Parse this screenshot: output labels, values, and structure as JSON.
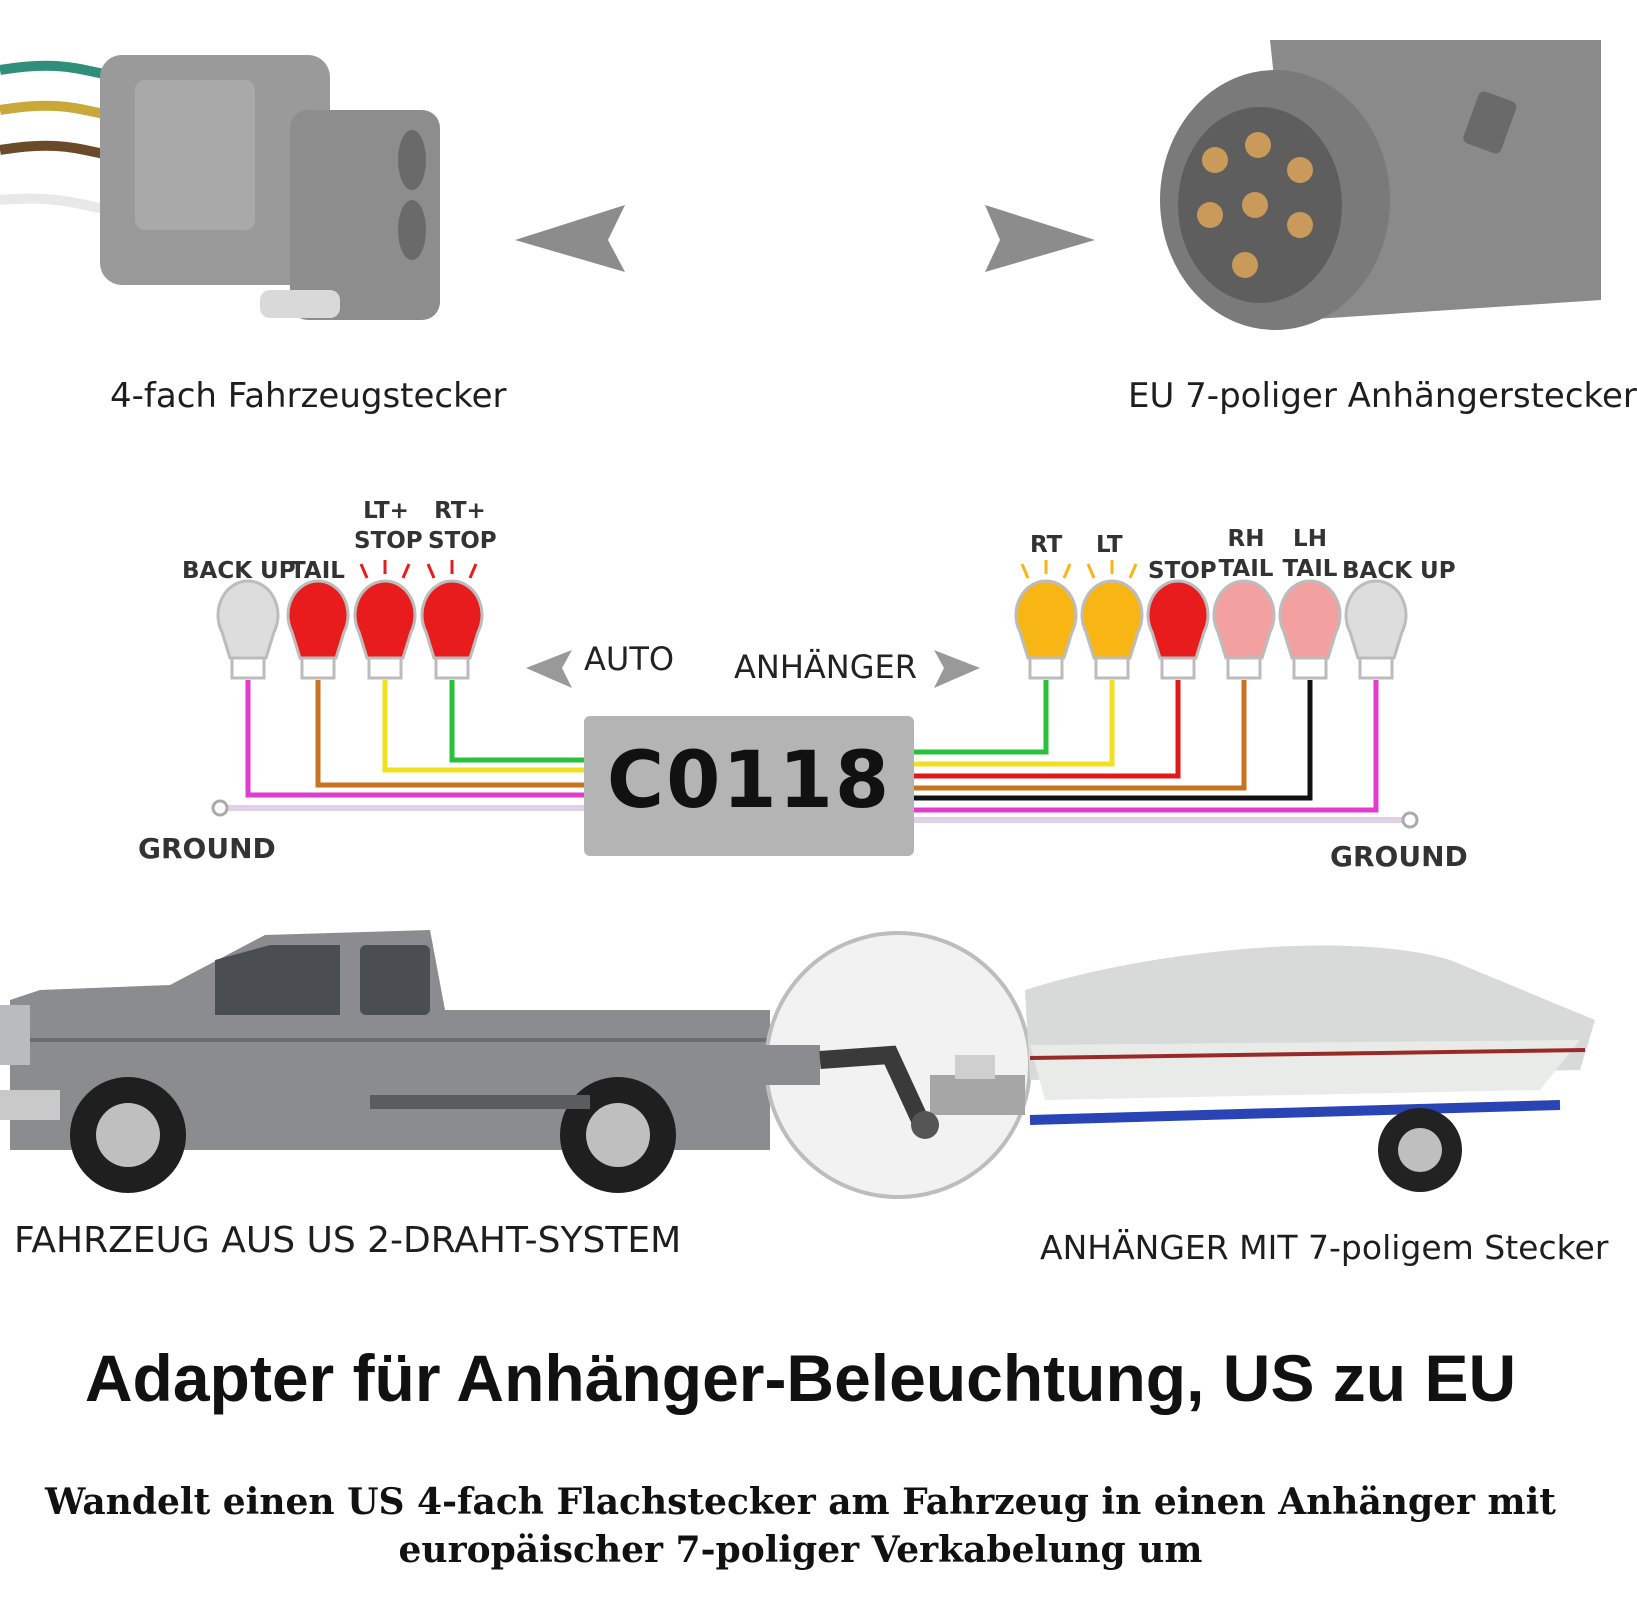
{
  "connectors": {
    "vehicle_label": "4-fach Fahrzeugstecker",
    "trailer_label": "EU 7-poliger Anhängerstecker"
  },
  "wiring": {
    "module_code": "C0118",
    "direction_auto": "AUTO",
    "direction_trailer": "ANHÄNGER",
    "ground_left": "GROUND",
    "ground_right": "GROUND",
    "left_lamps": [
      {
        "label": "BACK UP",
        "color": "#dddddd",
        "wire": "#e23ccf"
      },
      {
        "label": "TAIL",
        "color": "#e81c1c",
        "wire": "#c8731f"
      },
      {
        "label_line1": "LT+",
        "label_line2": "STOP",
        "color": "#e81c1c",
        "wire": "#f0e020"
      },
      {
        "label_line1": "RT+",
        "label_line2": "STOP",
        "color": "#e81c1c",
        "wire": "#27c23a"
      }
    ],
    "right_lamps": [
      {
        "label": "RT",
        "color": "#f7b614",
        "wire": "#27c23a"
      },
      {
        "label": "LT",
        "color": "#f7b614",
        "wire": "#f0e020"
      },
      {
        "label": "STOP",
        "color": "#e81c1c",
        "wire": "#e01a1a"
      },
      {
        "label_line1": "RH",
        "label_line2": "TAIL",
        "color": "#f2a0a0",
        "wire": "#c8731f"
      },
      {
        "label_line1": "LH",
        "label_line2": "TAIL",
        "color": "#f2a0a0",
        "wire": "#111111"
      },
      {
        "label": "BACK UP",
        "color": "#dddddd",
        "wire": "#e23ccf"
      }
    ]
  },
  "scene": {
    "vehicle_caption": "FAHRZEUG AUS US 2-DRAHT-SYSTEM",
    "trailer_caption": "ANHÄNGER MIT 7-poligem Stecker"
  },
  "title": "Adapter für Anhänger-Beleuchtung, US zu EU",
  "subtitle": "Wandelt einen US 4-fach Flachstecker am Fahrzeug in einen Anhänger mit europäischer 7-poliger Verkabelung um"
}
